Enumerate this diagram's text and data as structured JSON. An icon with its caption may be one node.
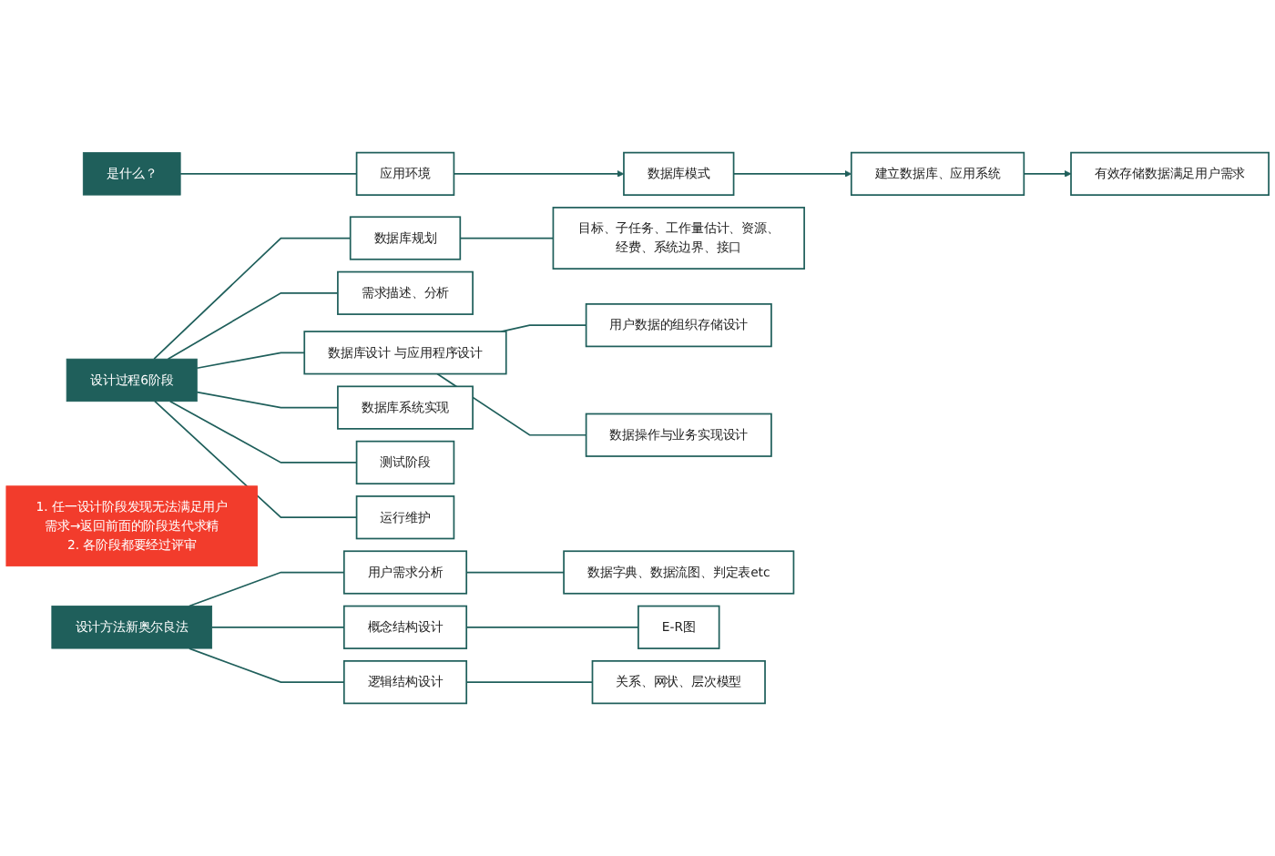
{
  "diagram": {
    "nodes": [
      {
        "text": [
          "是什么？"
        ]
      },
      {
        "text": [
          "应用环境"
        ]
      },
      {
        "text": [
          "数据库模式"
        ]
      },
      {
        "text": [
          "建立数据库、应用系统"
        ]
      },
      {
        "text": [
          "有效存储数据满足用户需求"
        ]
      },
      {
        "text": [
          "设计过程6阶段"
        ]
      },
      {
        "text": [
          "数据库规划"
        ]
      },
      {
        "text": [
          "目标、子任务、工作量估计、资源、经费、系统边界、接口"
        ]
      },
      {
        "text": [
          "需求描述、分析"
        ]
      },
      {
        "text": [
          "数据库设计 与应用程序设计"
        ]
      },
      {
        "text": [
          "用户数据的组织存储设计"
        ]
      },
      {
        "text": [
          "数据操作与业务实现设计"
        ]
      },
      {
        "text": [
          "数据库系统实现"
        ]
      },
      {
        "text": [
          "测试阶段"
        ]
      },
      {
        "text": [
          "运行维护"
        ]
      },
      {
        "text": [
          "1. 任一设计阶段发现无法满足用户需求→返回前面的阶段迭代求精",
          "2. 各阶段都要经过评审"
        ]
      },
      {
        "text": [
          "设计方法新奥尔良法"
        ]
      },
      {
        "text": [
          "用户需求分析"
        ]
      },
      {
        "text": [
          "数据字典、数据流图、判定表etc"
        ]
      },
      {
        "text": [
          "概念结构设计"
        ]
      },
      {
        "text": [
          "E-R图"
        ]
      },
      {
        "text": [
          "逻辑结构设计"
        ]
      },
      {
        "text": [
          "关系、网状、层次模型"
        ]
      }
    ],
    "edges": [
      {
        "from": 0,
        "to": 1,
        "arrow": "none"
      },
      {
        "from": 1,
        "to": 2,
        "arrow": "to"
      },
      {
        "from": 2,
        "to": 3,
        "arrow": "to"
      },
      {
        "from": 3,
        "to": 4,
        "arrow": "to"
      },
      {
        "from": 5,
        "to": 6,
        "arrow": "none"
      },
      {
        "from": 5,
        "to": 8,
        "arrow": "none"
      },
      {
        "from": 5,
        "to": 9,
        "arrow": "none"
      },
      {
        "from": 5,
        "to": 12,
        "arrow": "none"
      },
      {
        "from": 5,
        "to": 13,
        "arrow": "none"
      },
      {
        "from": 5,
        "to": 14,
        "arrow": "none"
      },
      {
        "from": 6,
        "to": 7,
        "arrow": "none"
      },
      {
        "from": 9,
        "to": 10,
        "arrow": "none"
      },
      {
        "from": 9,
        "to": 11,
        "arrow": "none"
      },
      {
        "from": 16,
        "to": 17,
        "arrow": "none"
      },
      {
        "from": 16,
        "to": 19,
        "arrow": "none"
      },
      {
        "from": 16,
        "to": 21,
        "arrow": "none"
      },
      {
        "from": 17,
        "to": 18,
        "arrow": "none"
      },
      {
        "from": 19,
        "to": 20,
        "arrow": "none"
      },
      {
        "from": 21,
        "to": 22,
        "arrow": "none"
      }
    ]
  }
}
